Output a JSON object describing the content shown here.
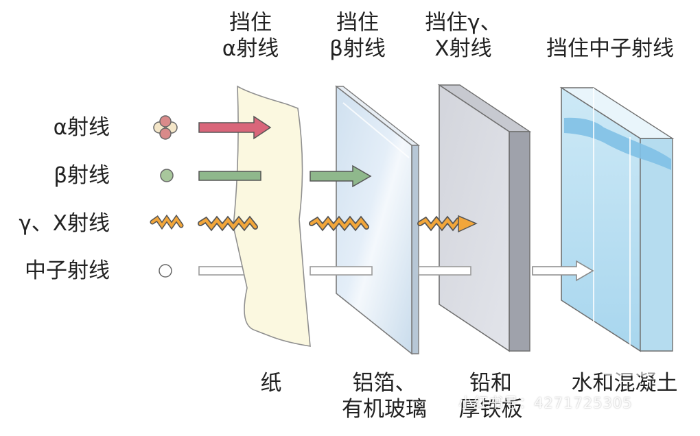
{
  "headers": {
    "paper": [
      "挡住",
      "α射线"
    ],
    "foil": [
      "挡住",
      "β射线"
    ],
    "lead": [
      "挡住γ、",
      "X射线"
    ],
    "water": [
      "挡住中子射线"
    ]
  },
  "rays": {
    "alpha": "α射线",
    "beta": "β射线",
    "gamma": "γ、X射线",
    "neutron": "中子射线"
  },
  "materials": {
    "paper": [
      "纸"
    ],
    "foil": [
      "铝箔、",
      "有机玻璃"
    ],
    "lead": [
      "铅和",
      "厚铁板"
    ],
    "water": [
      "水和混凝土"
    ]
  },
  "watermark": "小红书号：4271725305",
  "colors": {
    "alpha_arrow": "#d9667a",
    "beta_arrow": "#8fb88c",
    "gamma_arrow": "#f2a63a",
    "neutron_arrow": "#ffffff",
    "paper": "#fbf8e0",
    "foil": "#d7e6f3",
    "lead": "#d6d8de",
    "water": "#bfe3f4"
  },
  "icons": {
    "alpha": "alpha-particle-icon",
    "beta": "beta-particle-icon",
    "gamma": "wave-icon",
    "neutron": "neutron-icon"
  }
}
